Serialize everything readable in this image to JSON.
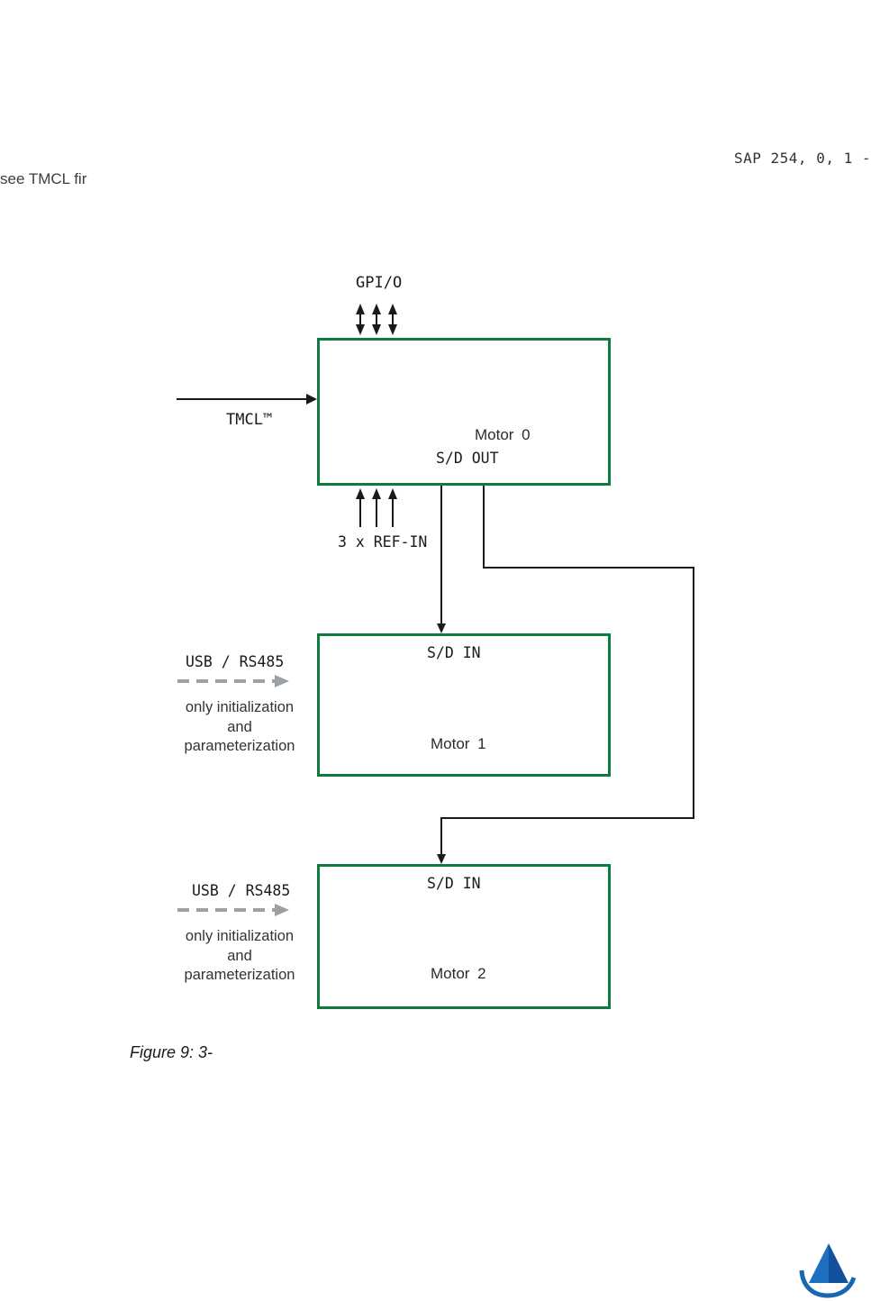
{
  "header": {
    "code": "SAP 254, 0, 1 -",
    "intro": "see TMCL fir"
  },
  "diagram": {
    "gpio_label": "GPI/O",
    "tmcl_label": "TMCL™",
    "ref_in_label": "3 x REF-IN",
    "motor0": {
      "title": "Motor 0",
      "port_out": "S/D OUT"
    },
    "motor1": {
      "title": "Motor 1",
      "port_in": "S/D IN"
    },
    "motor2": {
      "title": "Motor 2",
      "port_in": "S/D IN"
    },
    "usb_link": {
      "label": "USB / RS485",
      "note_line1": "only initialization",
      "note_line2": "and",
      "note_line3": "parameterization"
    },
    "colors": {
      "box_border_green": "#0e7c3f",
      "connector_black": "#1a1a1a",
      "dashed_gray": "#9aa0a3",
      "logo_blue": "#1767b3"
    }
  },
  "figure": {
    "caption": "Figure 9: 3-"
  },
  "footer": {
    "logo_icon": "trinamic-triangle-logo"
  }
}
